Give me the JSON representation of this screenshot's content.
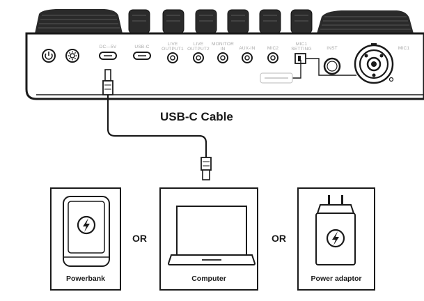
{
  "cable_label": "USB-C Cable",
  "ports": {
    "dc_5v": "DC—5V",
    "usb_c": "USB-C",
    "live_output1": "LIVE\nOUTPUT1",
    "live_output2": "LIVE\nOUTPUT2",
    "monitor_in": "MONITOR\nIN",
    "aux_in": "AUX-IN",
    "mic2": "MIC2",
    "mic1_setting": "MIC1\nSETTING",
    "inst": "INST",
    "mic1": "MIC1"
  },
  "options": [
    {
      "label": "Powerbank"
    },
    {
      "label": "Computer"
    },
    {
      "label": "Power adaptor"
    }
  ],
  "separator_or": "OR",
  "icons": [
    "power-icon",
    "gear-icon",
    "lightning-icon",
    "laptop-icon",
    "plug-icon"
  ]
}
